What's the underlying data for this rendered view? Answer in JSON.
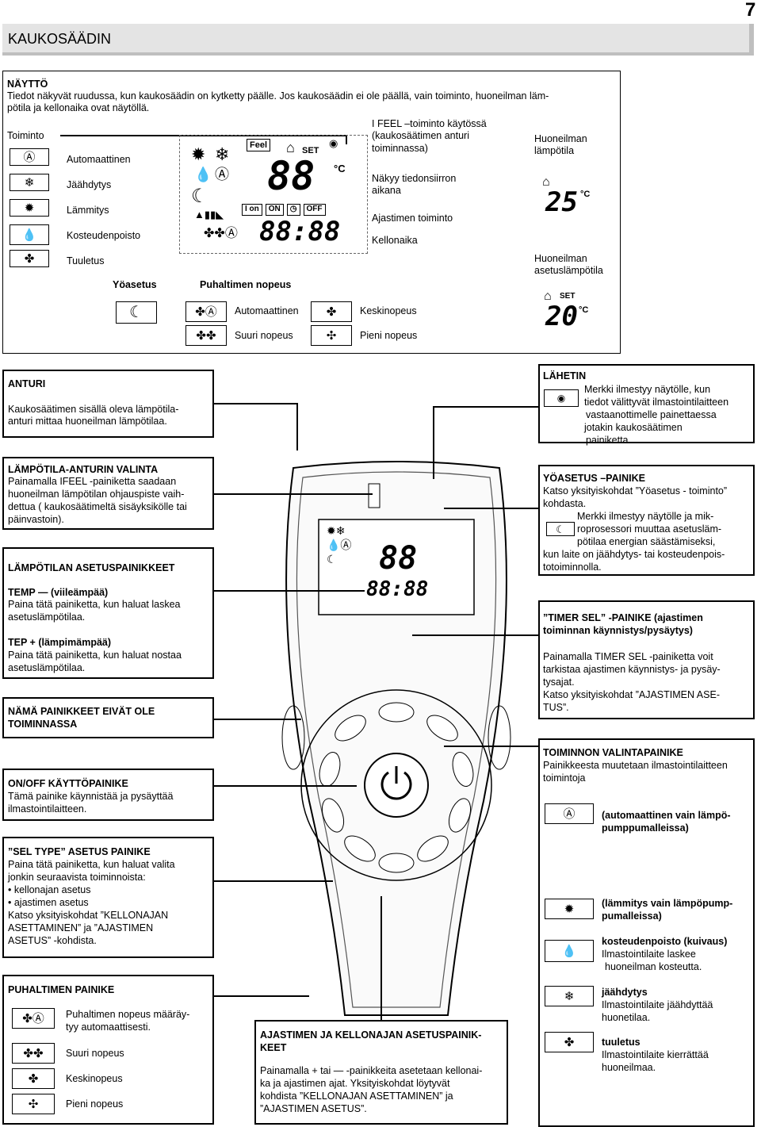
{
  "page_number": "7",
  "header": {
    "title": "KAUKOSÄÄDIN"
  },
  "naytto": {
    "heading": "NÄYTTÖ",
    "text_line1": "Tiedot näkyvät ruudussa, kun kaukosäädin on kytketty päälle. Jos kaukosäädin ei ole päällä, vain toiminto, huoneilman läm-",
    "text_line2": "pötila ja kellonaika ovat näytöllä.",
    "toiminto_label": "Toiminto",
    "modes": [
      "Automaattinen",
      "Jäähdytys",
      "Lämmitys",
      "Kosteudenpoisto",
      "Tuuletus"
    ],
    "yoasetus_label": "Yöasetus",
    "puhaltimen_label": "Puhaltimen nopeus",
    "ifeel_note_line1": "I FEEL –toiminto käytössä",
    "ifeel_note_line2": "(kaukosäätimen anturi",
    "ifeel_note_line3": "toiminnassa)",
    "nakyy_line1": "Näkyy tiedonsiirron",
    "nakyy_line2": "aikana",
    "ajastimen_label": "Ajastimen toiminto",
    "kellonaika_label": "Kellonaika",
    "huoneilman_lampotila_1": "Huoneilman",
    "huoneilman_lampotila_2": "lämpötila",
    "huoneilman_aset_1": "Huoneilman",
    "huoneilman_aset_2": "asetuslämpötila",
    "room_temp_value": "25",
    "set_temp_value": "20",
    "set_tag": "SET",
    "fan_auto": "Automaattinen",
    "fan_high": "Suuri nopeus",
    "fan_mid": "Keskinopeus",
    "fan_low": "Pieni nopeus",
    "lcd_digits": "88",
    "lcd_clock": "88:88",
    "lcd_tags": [
      "Feel",
      "I on",
      "ON",
      "OFF"
    ]
  },
  "anturi": {
    "heading": "ANTURI",
    "line1": "Kaukosäätimen sisällä oleva lämpötila-",
    "line2": "anturi mittaa huoneilman lämpötilaa."
  },
  "lahetin": {
    "heading": "LÄHETIN",
    "lines": [
      "Merkki ilmestyy näytölle, kun",
      "tiedot välittyvät ilmastointilaitteen",
      "vastaanottimelle painettaessa",
      "jotakin kaukosäätimen",
      "painiketta."
    ]
  },
  "lampotila_anturin": {
    "heading": "LÄMPÖTILA-ANTURIN VALINTA",
    "lines": [
      "Painamalla IFEEL -painiketta saadaan",
      "huoneilman lämpötilan ohjauspiste vaih-",
      "dettua ( kaukosäätimeltä sisäyksikölle tai",
      "päinvastoin)."
    ]
  },
  "yoasetus_painike": {
    "heading": "YÖASETUS –PAINIKE",
    "lines": [
      "Katso yksityiskohdat ”Yöasetus - toiminto”",
      "kohdasta.",
      "Merkki ilmestyy näytölle ja mik-",
      "roprosessori muuttaa asetusläm-",
      "pötilaa energian säästämiseksi,",
      "kun laite on jäähdytys- tai kosteudenpois-",
      "totoiminnolla."
    ]
  },
  "asetuspainikkeet": {
    "heading": "LÄMPÖTILAN ASETUSPAINIKKEET",
    "temp_minus_head": "TEMP  —  (viileämpää)",
    "temp_minus_lines": [
      "Paina tätä painiketta, kun haluat laskea",
      "asetuslämpötilaa."
    ],
    "temp_plus_head": "TEP +  (lämpimämpää)",
    "temp_plus_lines": [
      "Paina tätä painiketta, kun haluat nostaa",
      "asetuslämpötilaa."
    ]
  },
  "timer_sel": {
    "heading_line1": "”TIMER SEL” -PAINIKE (ajastimen",
    "heading_line2": "toiminnan käynnistys/pysäytys)",
    "lines": [
      "Painamalla TIMER SEL -painiketta voit",
      "tarkistaa ajastimen käynnistys-  ja pysäy-",
      "tysajat.",
      "Katso yksityiskohdat ”AJASTIMEN ASE-",
      "TUS”."
    ]
  },
  "namat": {
    "line1": "NÄMÄ PAINIKKEET EIVÄT OLE",
    "line2": "TOIMINNASSA"
  },
  "toiminnon_valinta": {
    "heading": "TOIMINNON VALINTAPAINIKE",
    "lines": [
      "Painikkeesta muutetaan ilmastointilaitteen",
      "toimintoja"
    ],
    "auto_line1": "(automaattinen vain lämpö-",
    "auto_line2": "pumppumalleissa)",
    "heat_line1": "(lämmitys vain lämpöpump-",
    "heat_line2": "pumalleissa)",
    "dry_head": "kosteudenpoisto (kuivaus)",
    "dry_line1": "Ilmastointilaite laskee",
    "dry_line2": "huoneilman kosteutta.",
    "cool_head": "jäähdytys",
    "cool_line1": "Ilmastointilaite jäähdyttää",
    "cool_line2": "huonetilaa.",
    "fan_head": "tuuletus",
    "fan_line1": "Ilmastointilaite kierrättää",
    "fan_line2": "huoneilmaa."
  },
  "onoff": {
    "heading": "ON/OFF KÄYTTÖPAINIKE",
    "line1": "Tämä painike käynnistää ja pysäyttää",
    "line2": "ilmastointilaitteen."
  },
  "sel_type": {
    "heading": "”SEL TYPE” ASETUS PAINIKE",
    "lines": [
      "Paina tätä painiketta, kun haluat valita",
      "jonkin seuraavista toiminnoista:",
      "• kellonajan asetus",
      "• ajastimen asetus",
      "Katso yksityiskohdat ”KELLONAJAN",
      "ASETTAMINEN” ja ”AJASTIMEN",
      "ASETUS” -kohdista."
    ]
  },
  "puhaltimen_painike": {
    "heading": "PUHALTIMEN PAINIKE",
    "auto_line1": "Puhaltimen nopeus määräy-",
    "auto_line2": "tyy automaattisesti.",
    "high": "Suuri nopeus",
    "mid": "Keskinopeus",
    "low": "Pieni nopeus"
  },
  "ajastimen_kello": {
    "heading_line1": "AJASTIMEN JA KELLONAJAN ASETUSPAINIK-",
    "heading_line2": "KEET",
    "lines": [
      "Painamalla + tai   —  -painikkeita asetetaan kellonai-",
      "ka ja ajastimen ajat. Yksityiskohdat löytyvät",
      "kohdista ”KELLONAJAN ASETTAMINEN” ja",
      "”AJASTIMEN ASETUS”."
    ]
  },
  "remote_display": {
    "digits": "88",
    "clock": "88:88"
  }
}
